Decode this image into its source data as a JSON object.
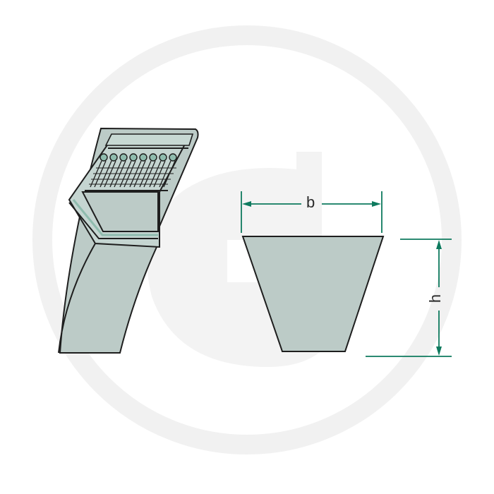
{
  "diagram": {
    "subject": "V-belt cross-section",
    "labels": {
      "width": "b",
      "height": "h"
    },
    "colors": {
      "belt_fill": "#b9c9c5",
      "belt_fill_light": "#c4d4d0",
      "cord_accent": "#8fbcae",
      "outline": "#1e1e1e",
      "dimension_line": "#0e7a5e",
      "watermark": "#f0f0f0",
      "background": "#ffffff"
    },
    "cords_count": 8,
    "watermark": "g-logo"
  }
}
